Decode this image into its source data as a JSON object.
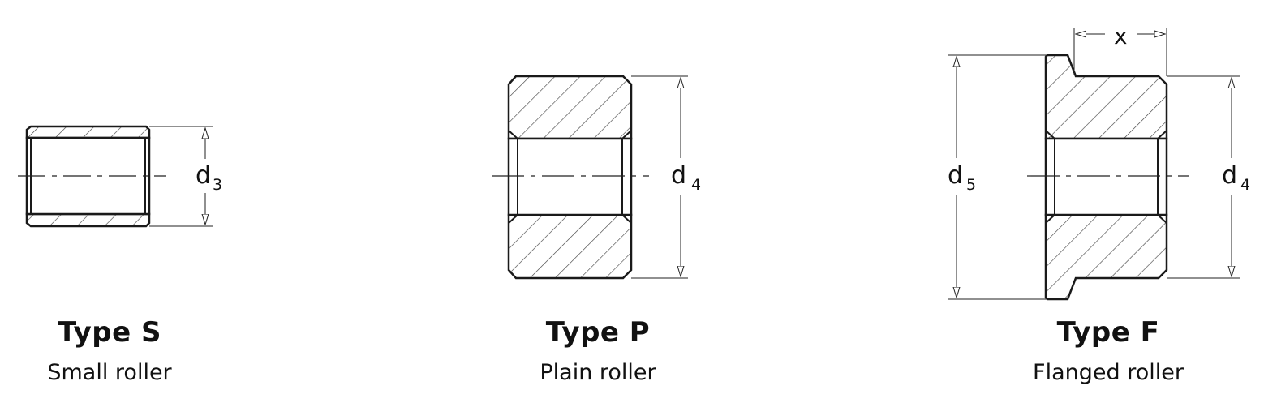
{
  "rollers": [
    {
      "type": "Type S",
      "description": "Small roller",
      "dimension": "d",
      "subscript": "3"
    },
    {
      "type": "Type P",
      "description": "Plain roller",
      "dimension": "d",
      "subscript": "4"
    },
    {
      "type": "Type F",
      "description": "Flanged roller",
      "dimension_outer": "d",
      "subscript_outer": "5",
      "dimension": "d",
      "subscript": "4",
      "flange_label": "x"
    }
  ],
  "colors": {
    "line": "#1a1a1a",
    "hatch": "#444444",
    "background": "#ffffff"
  }
}
